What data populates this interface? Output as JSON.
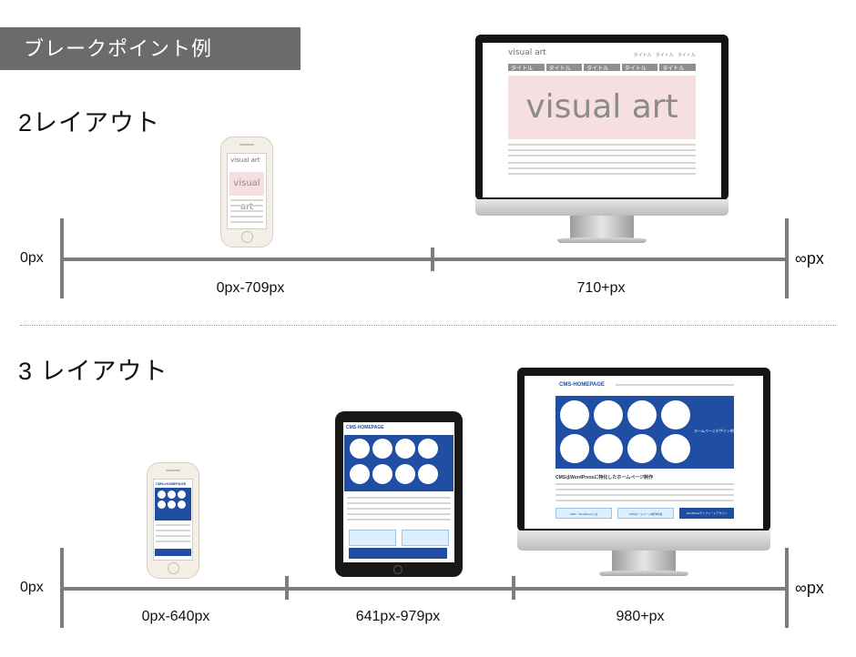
{
  "header": {
    "title": "ブレークポイント例"
  },
  "sections": [
    {
      "title": "2レイアウト",
      "axis_start": "0px",
      "axis_end": "∞px",
      "ranges": [
        "0px-709px",
        "710+px"
      ]
    },
    {
      "title": "3 レイアウト",
      "axis_start": "0px",
      "axis_end": "∞px",
      "ranges": [
        "0px-640px",
        "641px-979px",
        "980+px"
      ]
    }
  ],
  "mockup_visual_art": {
    "logo": "visual art",
    "hero": "visual art",
    "nav_items": [
      "タイトル",
      "タイトル",
      "タイトル",
      "タイトル",
      "タイトル"
    ],
    "top_links": [
      "タイトル",
      "タイトル",
      "タイトル"
    ]
  },
  "mockup_cms": {
    "logo": "CMS-HOMEPAGE",
    "banner": "ホームページデザイン例",
    "heading": "CMSはWordPressに特化したホームページ制作",
    "buttons": [
      "CMS・WordPressとは",
      "CMSホームページ制作料金",
      "WordPressテンプレートデザイン"
    ]
  },
  "colors": {
    "header_bg": "#6b6b6b",
    "axis": "#7d7d7d",
    "hero_pink": "#f6dfe0",
    "cms_blue": "#1f4ea3"
  }
}
